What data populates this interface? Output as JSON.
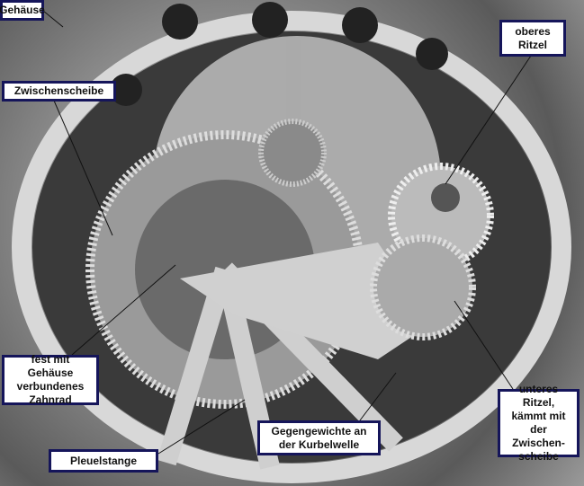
{
  "labels": {
    "gehaeuse": "Gehäuse",
    "oberes_ritzel": "oberes Ritzel",
    "zwischenscheibe": "Zwischenscheibe",
    "fest_zahnrad": "fest mit Gehäuse verbundenes Zahnrad",
    "pleuelstange": "Pleuelstange",
    "gegengewichte": "Gegengewichte an der Kurbelwelle",
    "unteres_ritzel": "unteres Ritzel, kämmt mit der Zwischen-scheibe"
  },
  "colors": {
    "label_border": "#15155a",
    "label_bg": "#ffffff"
  }
}
